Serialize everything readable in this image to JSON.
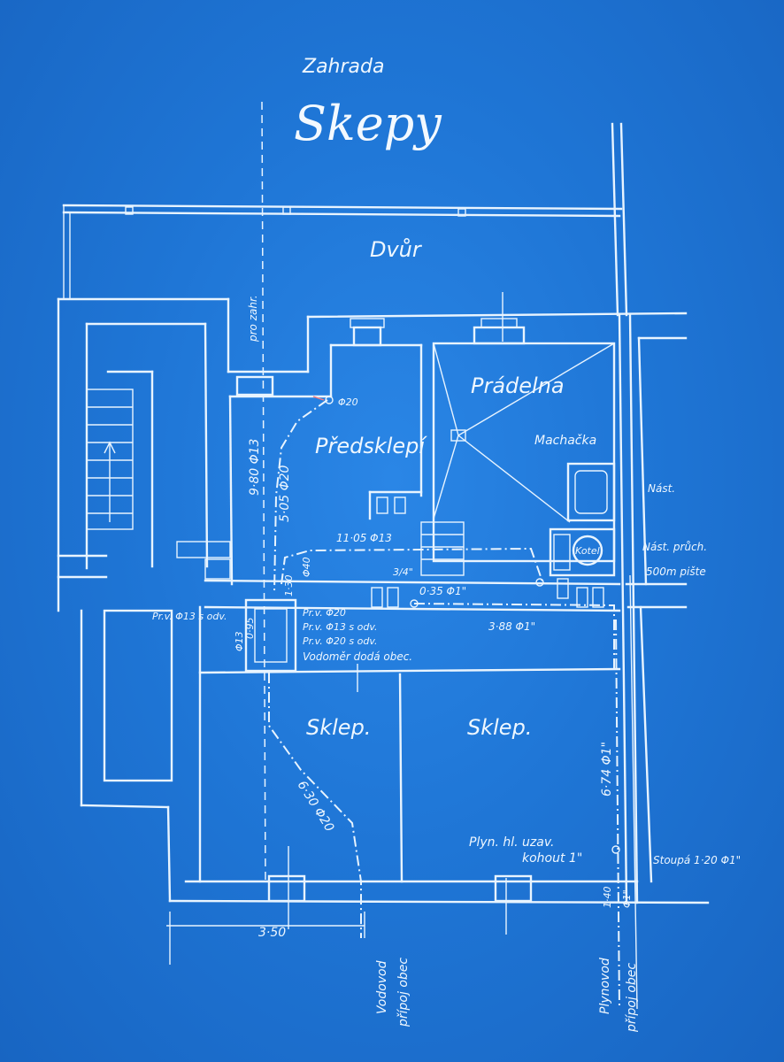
{
  "title": {
    "top": "Zahrada",
    "main": "Skepy"
  },
  "rooms": {
    "dvur": "Dvůr",
    "pradelna": "Prádelna",
    "predsklepi": "Předsklepí",
    "machacka": "Machačka",
    "kotel": "Kotel",
    "sklep_left": "Sklep.",
    "sklep_right": "Sklep."
  },
  "annotations": {
    "pro_zahr": "pro zahr.",
    "phi20_top": "Φ20",
    "dim_980": "9·80 Φ13",
    "dim_505": "5·05 Φ20",
    "dim_1105": "11·05 Φ13",
    "dim_130": "1·30",
    "dim_phi40": "Φ40",
    "dim_34": "3/4\"",
    "dim_035": "0·35 Φ1\"",
    "dim_388": "3·88 Φ1\"",
    "nast": "Nást.",
    "nast_pruch": "Nást. průch.",
    "500m_piste": "500m pište",
    "prv13_left": "Pr.v. Φ13 s odv.",
    "phi13_small": "Φ13",
    "dim_095": "0·95",
    "prv20": "Pr.v. Φ20",
    "prv13": "Pr.v. Φ13 s odv.",
    "prv20_odv": "Pr.v. Φ20 s odv.",
    "vodomer": "Vodoměr dodá obec.",
    "dim_674": "6·74 Φ1\"",
    "dim_630": "6·30 Φ20",
    "plyn1": "Plyn. hl. uzav.",
    "plyn2": "kohout 1\"",
    "stoupa": "Stoupá 1·20 Φ1\"",
    "dim_140": "1·40",
    "dim_350": "3·50",
    "vodovod_1": "Vodovod",
    "vodovod_2": "přípoj obec",
    "plynovod_1": "Plynovod",
    "plynovod_2": "přípoj obec",
    "phi1_small": "Φ1\""
  }
}
